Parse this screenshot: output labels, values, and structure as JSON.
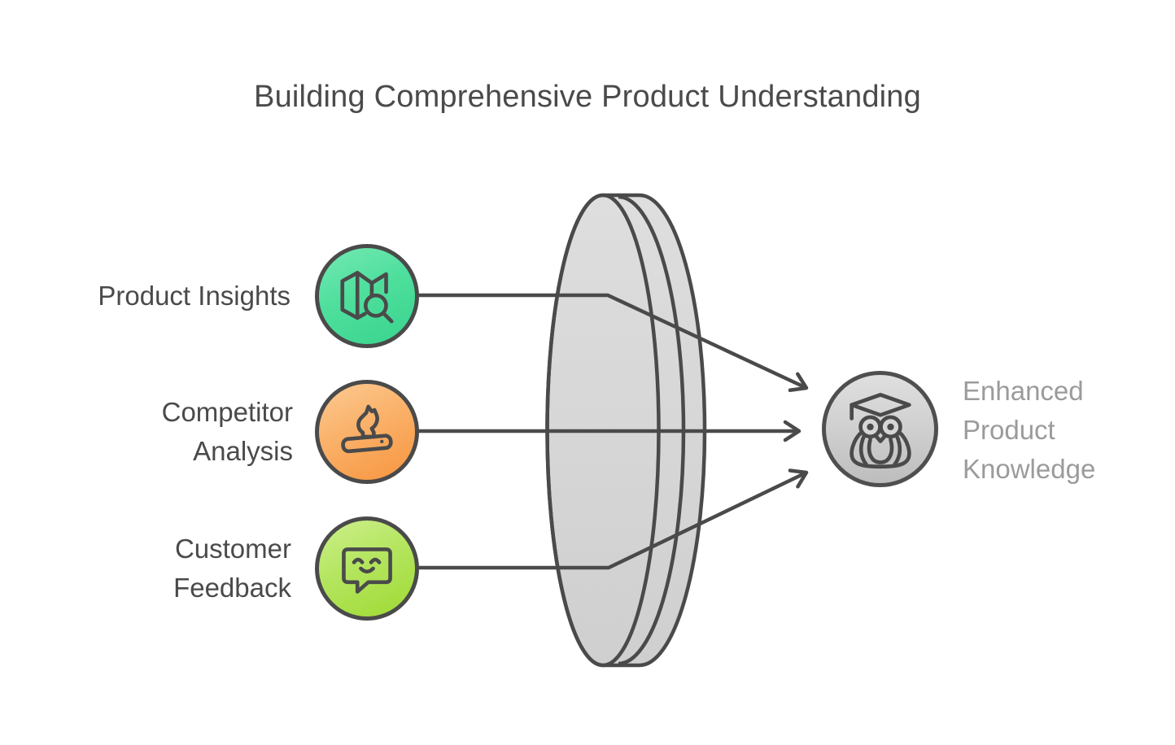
{
  "title": "Building Comprehensive Product Understanding",
  "nodes": {
    "inputs": [
      {
        "label": "Product Insights",
        "icon": "map-search-icon",
        "color_top": "#74e9b4",
        "color_bottom": "#38d48e"
      },
      {
        "label": "Competitor Analysis",
        "icon": "chess-knight-icon",
        "color_top": "#fcca92",
        "color_bottom": "#f7953f"
      },
      {
        "label": "Customer Feedback",
        "icon": "smiley-message-icon",
        "color_top": "#cdf08d",
        "color_bottom": "#9fda33"
      }
    ],
    "output": {
      "label": "Enhanced Product Knowledge",
      "icon": "graduate-owl-icon",
      "color_top": "#dfdfdf",
      "color_bottom": "#bdbdbd"
    }
  },
  "lens": {
    "fill_top": "#dedede",
    "fill_bottom": "#cfcfcf",
    "stroke": "#4a4a4a"
  },
  "colors": {
    "text_dark": "#4a4a4a",
    "text_muted": "#9b9b9b",
    "line": "#4a4a4a",
    "background": "#ffffff"
  }
}
